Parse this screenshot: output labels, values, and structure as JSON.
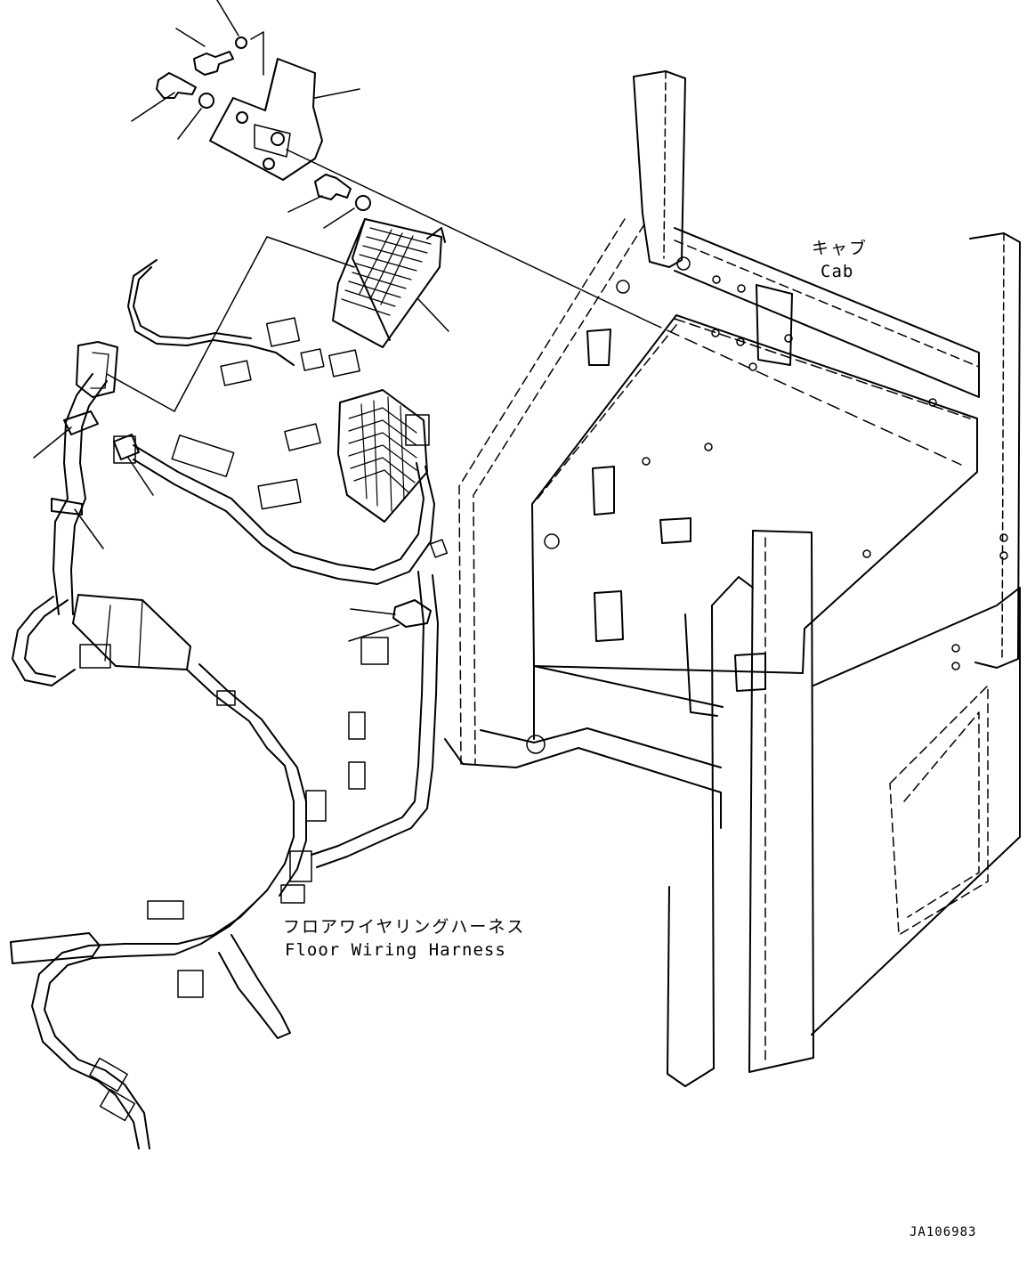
{
  "labels": {
    "cab_jp": "キャブ",
    "cab_en": "Cab",
    "harness_jp": "フロアワイヤリングハーネス",
    "harness_en": "Floor Wiring Harness"
  },
  "drawing_code": "JA106983",
  "colors": {
    "line": "#000000",
    "background": "#ffffff"
  }
}
